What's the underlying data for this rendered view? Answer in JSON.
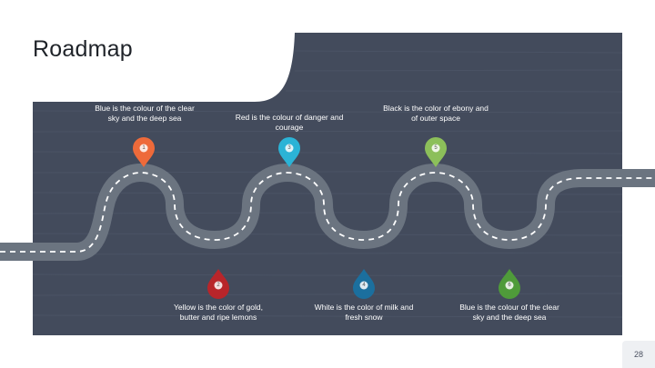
{
  "slide": {
    "title": "Roadmap",
    "page_number": "28"
  },
  "milestones": [
    {
      "number": "1",
      "text": "Blue is the colour of the clear sky and the deep sea",
      "color": "#ee6a3a",
      "position": "top"
    },
    {
      "number": "2",
      "text": "Yellow is the color of gold, butter and ripe lemons",
      "color": "#b8252a",
      "position": "bottom"
    },
    {
      "number": "3",
      "text": "Red is the colour of danger and courage",
      "color": "#2bb3d6",
      "position": "top"
    },
    {
      "number": "4",
      "text": "White is the color of milk and fresh snow",
      "color": "#1b6f9e",
      "position": "bottom"
    },
    {
      "number": "5",
      "text": "Black is the color of ebony and of outer space",
      "color": "#8cbf5a",
      "position": "top"
    },
    {
      "number": "6",
      "text": "Blue is the colour of the clear sky and the deep sea",
      "color": "#4f9b3a",
      "position": "bottom"
    }
  ],
  "colors": {
    "background_panel": "#434b5c",
    "road": "#6b7480",
    "road_dashes": "#ffffff"
  }
}
